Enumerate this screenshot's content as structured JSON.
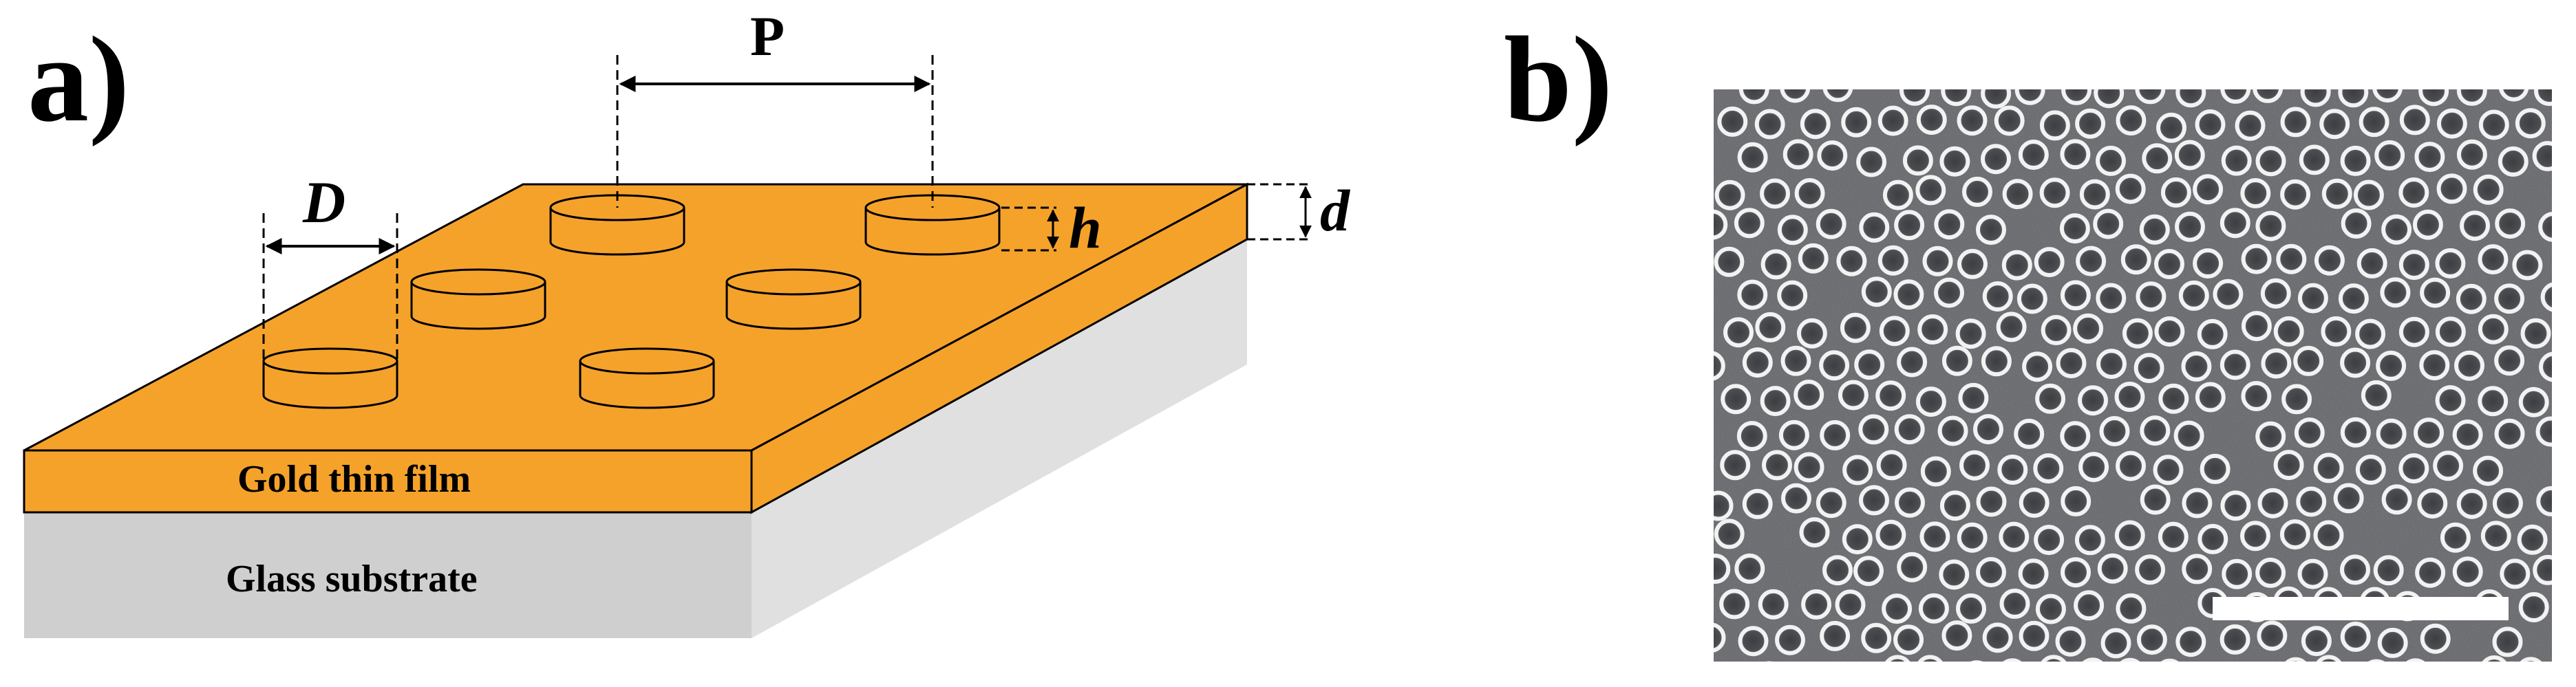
{
  "panel_a": {
    "label": "a)",
    "gold_layer_label": "Gold thin film",
    "glass_layer_label": "Glass substrate",
    "dimensions": {
      "period": "P",
      "diameter": "D",
      "disk_height": "h",
      "film_thickness": "d"
    }
  },
  "panel_b": {
    "label": "b)"
  },
  "colors": {
    "gold": "#F5A22B",
    "glass_front": "#CFCFCF",
    "glass_side": "#E0E0E0",
    "sem_background": "#5E6064",
    "sem_particle_ring": "#F2F2F2",
    "scale_bar": "#FFFFFF"
  }
}
